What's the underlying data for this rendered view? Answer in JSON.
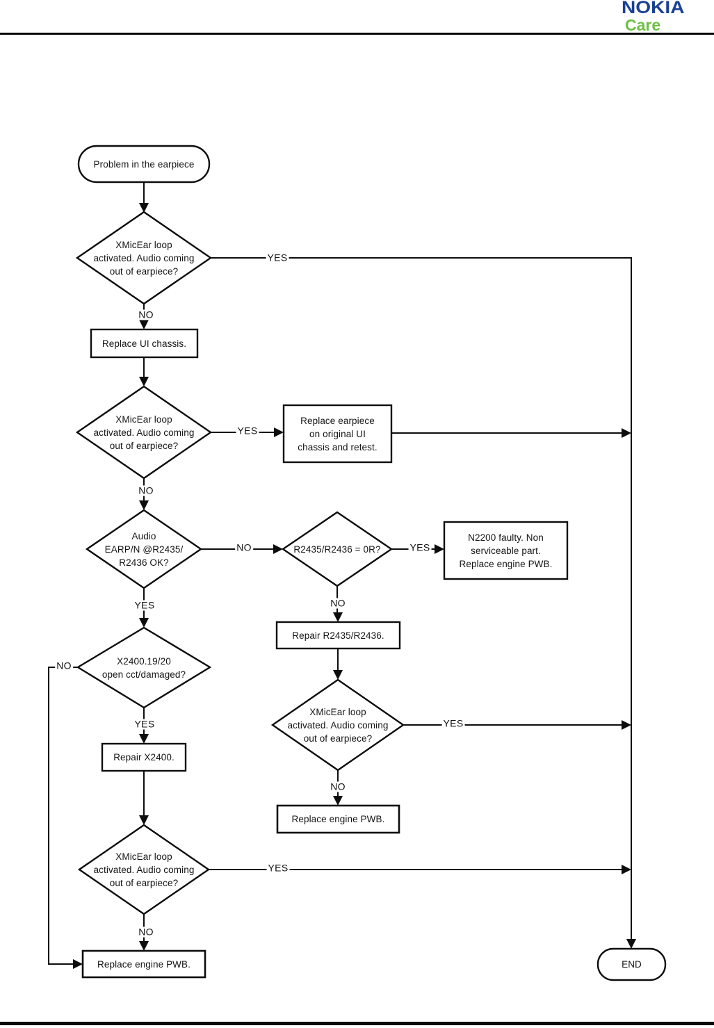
{
  "header": {
    "brand": "NOKIA",
    "brand_sub": "Care",
    "brand_color": "#1a4193",
    "brand_sub_color": "#6cbf44"
  },
  "labels": {
    "yes": "YES",
    "no": "NO"
  },
  "nodes": {
    "start": "Problem in the earpiece",
    "d1": "XMicEar loop\nactivated. Audio coming\nout of earpiece?",
    "b1": "Replace UI chassis.",
    "d2": "XMicEar loop\nactivated. Audio coming\nout of earpiece?",
    "b2": "Replace earpiece\non original UI\nchassis and retest.",
    "d3": "Audio\nEARP/N @R2435/\nR2436 OK?",
    "d4": "R2435/R2436 = 0R?",
    "b3": "N2200 faulty. Non\nserviceable part.\nReplace engine PWB.",
    "b4": "Repair R2435/R2436.",
    "d5": "XMicEar loop\nactivated. Audio coming\nout of earpiece?",
    "b5": "Replace engine PWB.",
    "d6": "X2400.19/20\nopen cct/damaged?",
    "b6": "Repair X2400.",
    "d7": "XMicEar loop\nactivated. Audio coming\nout of earpiece?",
    "b7": "Replace engine PWB.",
    "end": "END"
  }
}
